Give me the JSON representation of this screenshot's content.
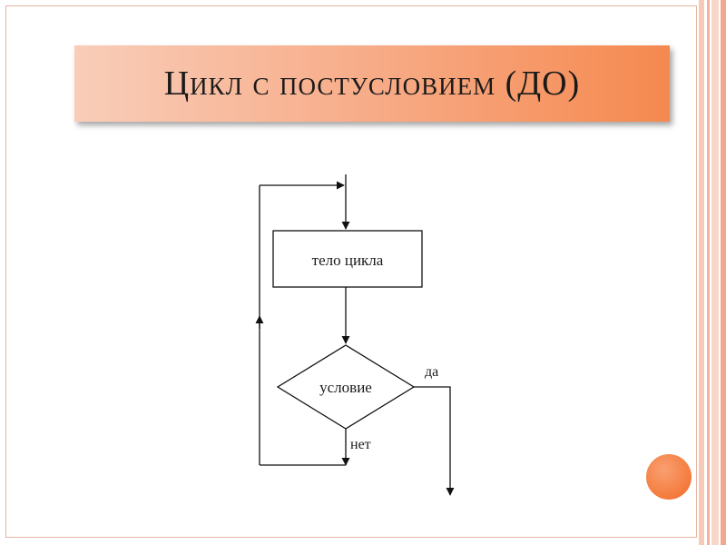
{
  "slide": {
    "title": "Цикл с постусловием (ДО)"
  },
  "diagram": {
    "process_label": "тело цикла",
    "decision_label": "условие",
    "yes_label": "да",
    "no_label": "нет"
  },
  "colors": {
    "banner_start": "#f9cdb9",
    "banner_end": "#f5894f",
    "accent_dot": "#f47a3c",
    "frame_border": "#e8b3a2"
  }
}
